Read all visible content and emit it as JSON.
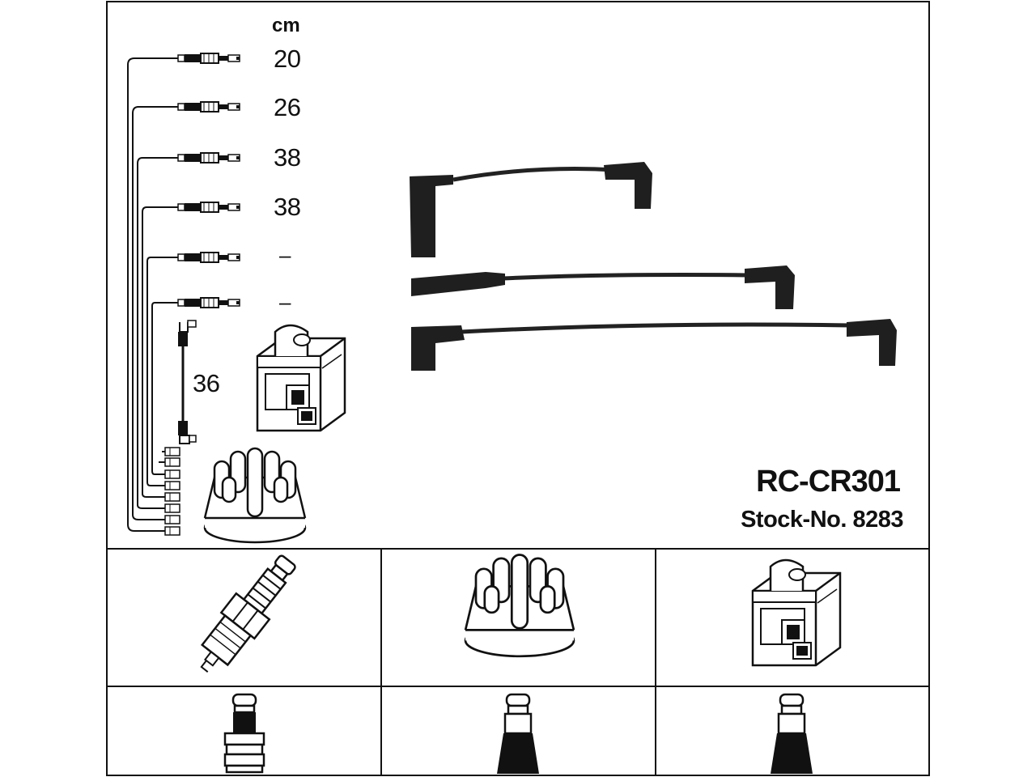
{
  "diagram": {
    "unit_label": "cm",
    "lead_lengths": [
      "20",
      "26",
      "38",
      "38",
      "–",
      "–"
    ],
    "coil_lead_length": "36",
    "model": "RC-CR301",
    "stock_number": "Stock-No. 8283"
  },
  "colors": {
    "line": "#111111",
    "cable": "#1f1f1f",
    "background": "#ffffff"
  },
  "icons": [
    "spark-plug-icon",
    "distributor-cap-icon",
    "ignition-coil-icon",
    "plug-boot-icon"
  ]
}
